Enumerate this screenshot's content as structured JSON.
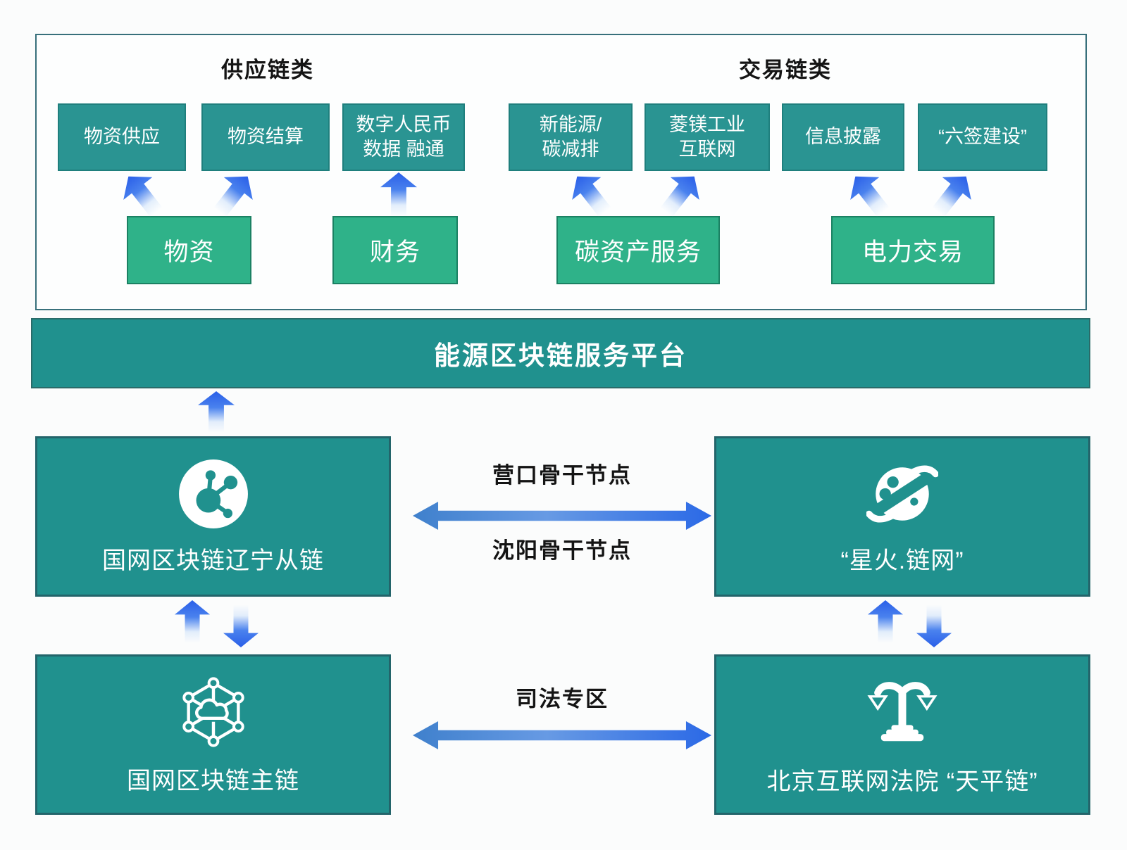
{
  "supply_group": {
    "title": "供应链类",
    "top_boxes": [
      {
        "label": "物资供应"
      },
      {
        "label": "物资结算"
      },
      {
        "label": "数字人民币\n数据 融通"
      }
    ],
    "source_boxes": [
      {
        "label": "物资"
      },
      {
        "label": "财务"
      }
    ]
  },
  "trade_group": {
    "title": "交易链类",
    "top_boxes": [
      {
        "label": "新能源/\n碳减排"
      },
      {
        "label": "菱镁工业\n互联网"
      },
      {
        "label": "信息披露"
      },
      {
        "label": "“六签建设”"
      }
    ],
    "source_boxes": [
      {
        "label": "碳资产服务"
      },
      {
        "label": "电力交易"
      }
    ]
  },
  "platform": {
    "label": "能源区块链服务平台"
  },
  "nodes": {
    "liaoning": {
      "label": "国网区块链辽宁从链",
      "icon": "molecule-hub-icon"
    },
    "xinghuo": {
      "label": "“星火.链网”",
      "icon": "ringed-planet-icon"
    },
    "main_chain": {
      "label": "国网区块链主链",
      "icon": "hexagon-network-icon"
    },
    "court": {
      "label": "北京互联网法院 “天平链”",
      "icon": "scales-of-justice-icon"
    }
  },
  "links": {
    "backbone_top": "营口骨干节点",
    "backbone_bottom": "沈阳骨干节点",
    "judicial": "司法专区"
  },
  "colors": {
    "teal_box": "#2a9492",
    "green_box": "#2fb289",
    "platform_teal": "#20918e",
    "arrow_blue": "#2b69e6",
    "panel_border": "#38707b",
    "text_on_teal": "#ffffff",
    "label_black": "#141414"
  }
}
